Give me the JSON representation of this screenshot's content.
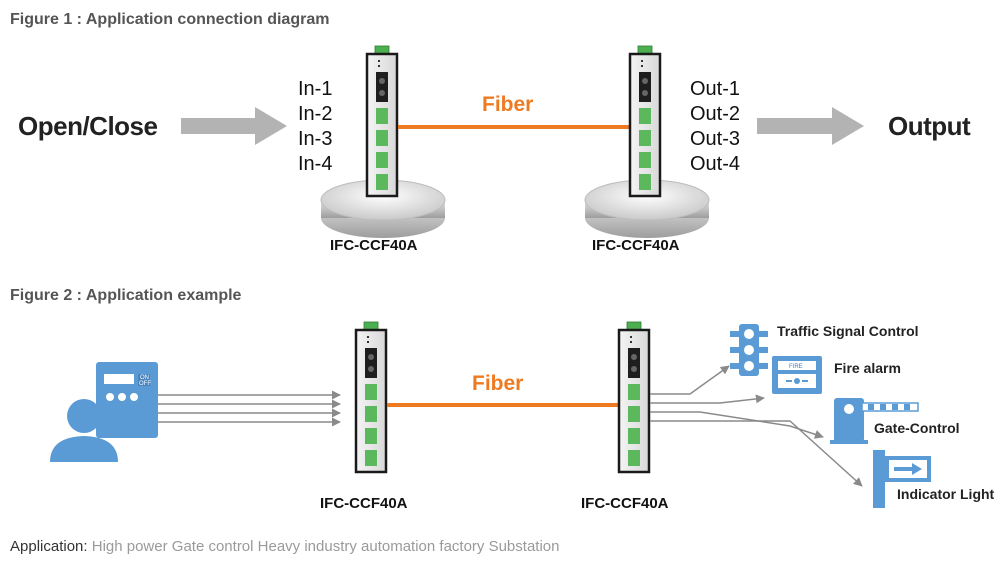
{
  "figure1": {
    "title": "Figure 1 : Application connection diagram",
    "input_label": "Open/Close",
    "output_label": "Output",
    "inputs": [
      "In-1",
      "In-2",
      "In-3",
      "In-4"
    ],
    "outputs": [
      "Out-1",
      "Out-2",
      "Out-3",
      "Out-4"
    ],
    "fiber_label": "Fiber",
    "left_device": "IFC-CCF40A",
    "right_device": "IFC-CCF40A"
  },
  "figure2": {
    "title": "Figure 2 : Application example",
    "fiber_label": "Fiber",
    "left_device": "IFC-CCF40A",
    "right_device": "IFC-CCF40A",
    "panel_switch_text": [
      "ON",
      "OFF"
    ],
    "fire_box_text": "FIRE",
    "targets": [
      "Traffic Signal Control",
      "Fire alarm",
      "Gate-Control",
      "Indicator Light"
    ]
  },
  "application": {
    "label": "Application:",
    "text": "High power Gate control Heavy industry automation factory Substation"
  },
  "colors": {
    "fiber": "#ee7a22",
    "device_port": "#5cb85c",
    "icon_blue": "#5b9bd5",
    "arrow_gray": "#b3b3b3"
  },
  "icons": [
    "user-icon",
    "control-panel-icon",
    "traffic-light-icon",
    "fire-alarm-icon",
    "gate-barrier-icon",
    "indicator-light-icon"
  ]
}
